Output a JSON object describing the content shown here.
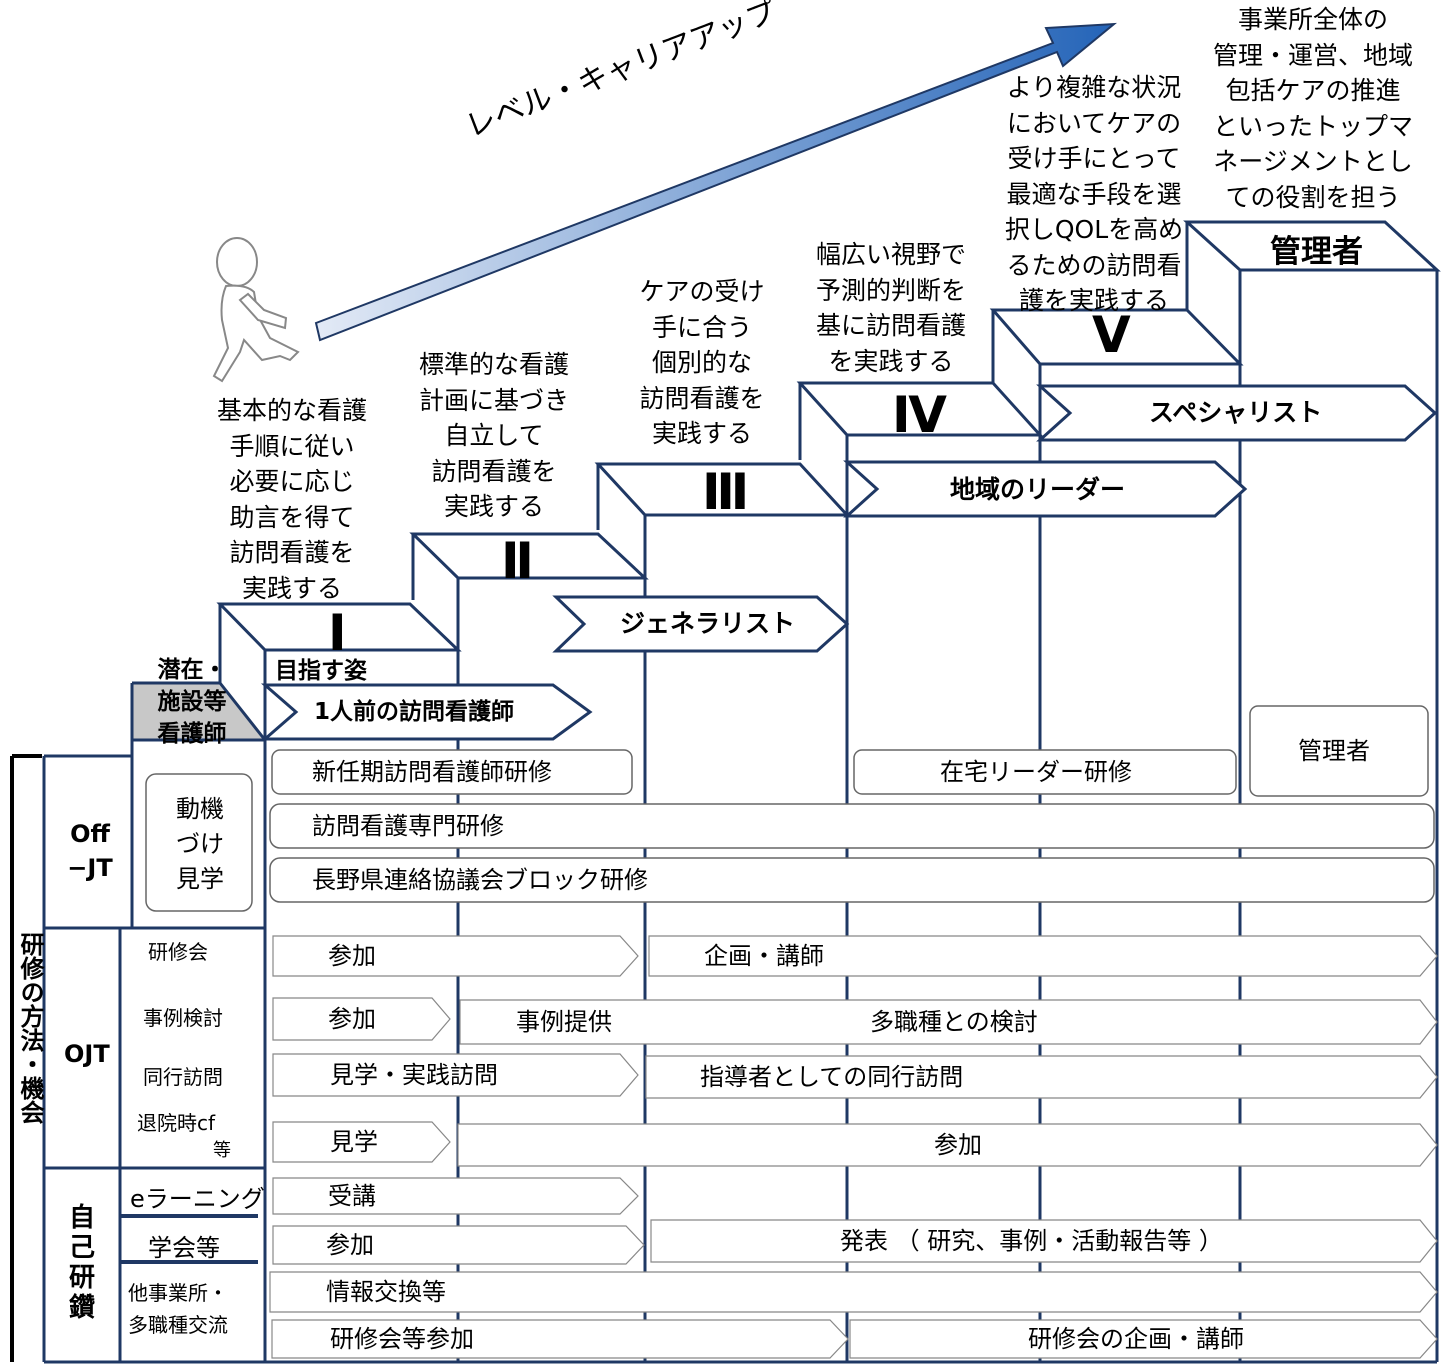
{
  "career_arrow_label": "レベル・キャリアアップ",
  "person_icon": "walking-person-icon",
  "levels": [
    {
      "numeral": "Ⅰ",
      "description": "基本的な看護\n手順に従い\n必要に応じ\n助言を得て\n訪問看護を\n実践する"
    },
    {
      "numeral": "Ⅱ",
      "description": "標準的な看護\n計画に基づき\n自立して\n訪問看護を\n実践する"
    },
    {
      "numeral": "Ⅲ",
      "description": "ケアの受け\n手に合う\n個別的な\n訪問看護を\n実践する"
    },
    {
      "numeral": "Ⅳ",
      "description": "幅広い視野で\n予測的判断を\n基に訪問看護\nを実践する"
    },
    {
      "numeral": "Ⅴ",
      "description": "より複雑な状況\nにおいてケアの\n受け手にとって\n最適な手段を選\n択しQOLを高め\nるための訪問看\n護を実践する"
    }
  ],
  "manager": {
    "title": "管理者",
    "description": "事業所全体の\n管理・運営、地域\n包括ケアの推進\nといったトップマ\nネージメントとし\nての役割を担う"
  },
  "latent_nurse": "潜在・\n施設等\n看護師",
  "goal_label": "目指す姿",
  "goal_arrows": {
    "ichininmae": "1人前の訪問看護師",
    "generalist": "ジェネラリスト",
    "regional_leader": "地域のリーダー",
    "specialist": "スペシャリスト"
  },
  "side_title": "研修の方法・機会",
  "categories": {
    "off_jt": "Off\n−JT",
    "ojt": "OJT",
    "self_study": "自己\n研鑽"
  },
  "off_jt": {
    "motivation": "動機\nづけ\n見学",
    "new_staff_training": "新任期訪問看護師研修",
    "home_leader_training": "在宅リーダー研修",
    "manager_training": "管理者",
    "specialist_training": "訪問看護専門研修",
    "block_training": "長野県連絡協議会ブロック研修"
  },
  "ojt": {
    "rows": [
      {
        "name": "研修会",
        "early": "参加",
        "late": "企画・講師"
      },
      {
        "name": "事例検討",
        "early": "参加",
        "middle": "事例提供",
        "late": "多職種との検討"
      },
      {
        "name": "同行訪問",
        "early": "見学・実践訪問",
        "late": "指導者としての同行訪問"
      },
      {
        "name": "退院時cf",
        "suffix": "等",
        "early": "見学",
        "late": "参加"
      }
    ]
  },
  "self_study": {
    "elearning": {
      "name": "eラーニング",
      "early": "受講"
    },
    "academic": {
      "name": "学会等",
      "early": "参加",
      "late": "発表 （ 研究、事例・活動報告等 ）"
    },
    "exchange": {
      "name_line1": "他事業所・",
      "name_line2": "多職種交流",
      "info": "情報交換等",
      "early": "研修会等参加",
      "late": "研修会の企画・講師"
    }
  },
  "colors": {
    "navy": "#1f3864",
    "arrow_start": "#dbe4f3",
    "arrow_end": "#2464b8",
    "gray_wedge": "#c8c8c8"
  }
}
